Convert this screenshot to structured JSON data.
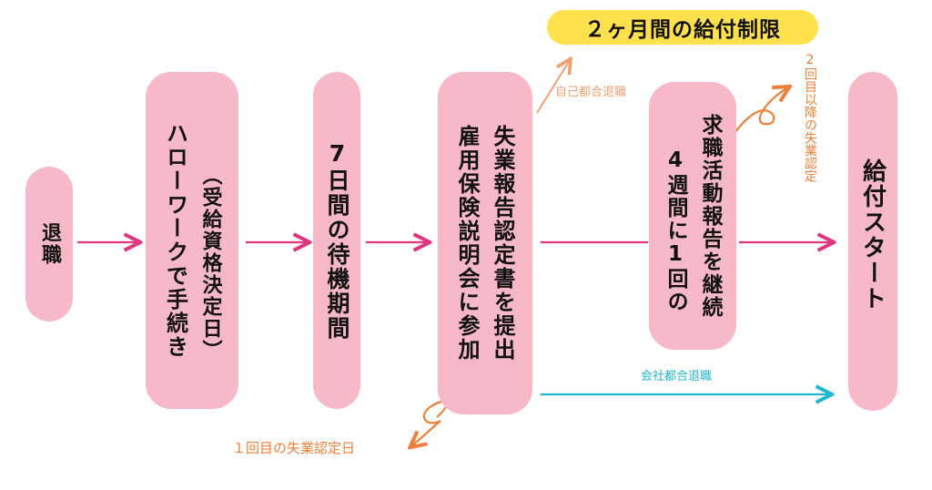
{
  "colors": {
    "box": "#f7b8c8",
    "main_arrow": "#e0357f",
    "company_arrow": "#1fb8d0",
    "self_arrow": "#f0a070",
    "annotation": "#ee7f3a",
    "restriction_bg": "#ffe14d"
  },
  "steps": {
    "resign": "退職",
    "hellowork_line1": "ハローワークで手続き",
    "hellowork_line2": "（受給資格決定日）",
    "waiting": "7日間の待機期間",
    "briefing_line1": "雇用保険説明会に参加",
    "briefing_line2": "失業報告認定書を提出",
    "activity_line1": "4週間に1回の",
    "activity_line2": "求職活動報告を継続",
    "benefit_start": "給付スタート"
  },
  "paths": {
    "self_reason": "自己都合退職",
    "company_reason": "会社都合退職",
    "restriction": "２ヶ月間の給付制限"
  },
  "annotations": {
    "first_certification": "１回目の失業認定日",
    "second_certification": "2回目以降の失業認定"
  }
}
